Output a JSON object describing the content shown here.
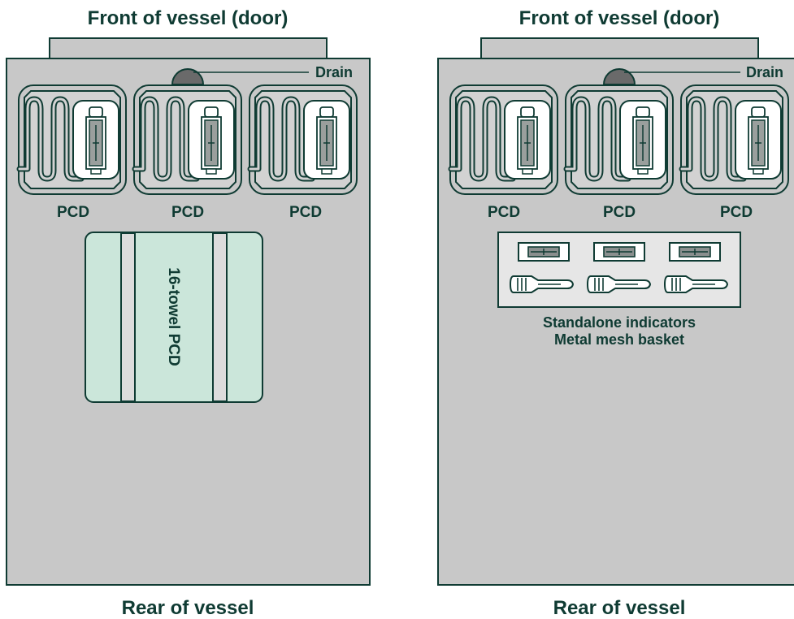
{
  "colors": {
    "vessel_fill": "#c8c8c8",
    "outline": "#0f3b33",
    "pcd_inner": "#d2d2d2",
    "drain_fill": "#6a6a6a",
    "towel_fill": "#cbe6da",
    "basket_fill": "#e6e6e6",
    "indicator_window": "#8a8f8e"
  },
  "left_panel": {
    "front_label": "Front of vessel (door)",
    "rear_label": "Rear of vessel",
    "drain_label": "Drain",
    "pcd_labels": [
      "PCD",
      "PCD",
      "PCD"
    ],
    "towel_pack_label": "16-towel PCD"
  },
  "right_panel": {
    "front_label": "Front of vessel (door)",
    "rear_label": "Rear of vessel",
    "drain_label": "Drain",
    "pcd_labels": [
      "PCD",
      "PCD",
      "PCD"
    ],
    "basket_label_line1": "Standalone indicators",
    "basket_label_line2": "Metal mesh basket"
  }
}
